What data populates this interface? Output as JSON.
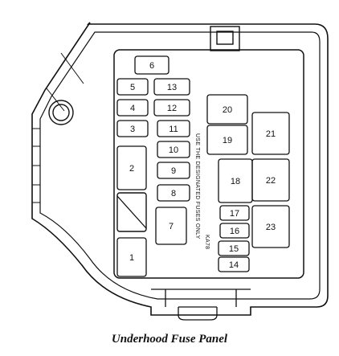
{
  "caption": "Underhood Fuse Panel",
  "label_designated": "USE THE DESIGNATED FUSES ONLY",
  "label_code": "KA78",
  "fuses": [
    {
      "id": "6",
      "label": "6"
    },
    {
      "id": "5",
      "label": "5"
    },
    {
      "id": "13",
      "label": "13"
    },
    {
      "id": "4",
      "label": "4"
    },
    {
      "id": "12",
      "label": "12"
    },
    {
      "id": "3",
      "label": "3"
    },
    {
      "id": "11",
      "label": "11"
    },
    {
      "id": "10",
      "label": "10"
    },
    {
      "id": "2",
      "label": "2"
    },
    {
      "id": "9",
      "label": "9"
    },
    {
      "id": "8",
      "label": "8"
    },
    {
      "id": "7",
      "label": "7"
    },
    {
      "id": "1",
      "label": "1"
    },
    {
      "id": "20",
      "label": "20"
    },
    {
      "id": "19",
      "label": "19"
    },
    {
      "id": "21",
      "label": "21"
    },
    {
      "id": "18",
      "label": "18"
    },
    {
      "id": "22",
      "label": "22"
    },
    {
      "id": "17",
      "label": "17"
    },
    {
      "id": "16",
      "label": "16"
    },
    {
      "id": "23",
      "label": "23"
    },
    {
      "id": "15",
      "label": "15"
    },
    {
      "id": "14",
      "label": "14"
    }
  ]
}
